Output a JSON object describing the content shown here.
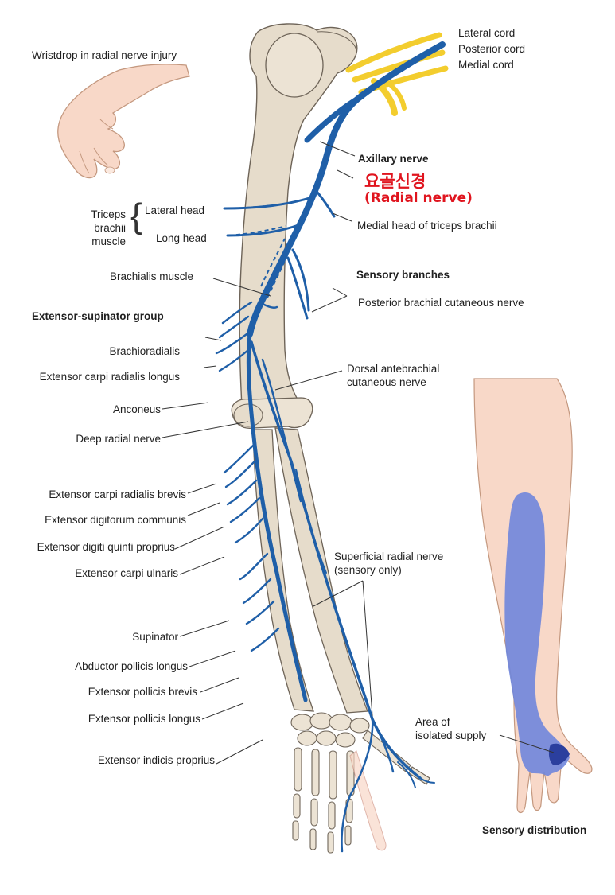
{
  "labels": {
    "wristdrop": "Wristdrop in radial nerve injury",
    "lateral_cord": "Lateral cord",
    "posterior_cord": "Posterior cord",
    "medial_cord": "Medial cord",
    "axillary_nerve": "Axillary nerve",
    "radial_korean": "요골신경",
    "radial_english": "(Radial nerve)",
    "triceps_line1": "Triceps",
    "triceps_line2": "brachii",
    "triceps_line3": "muscle",
    "lateral_head": "Lateral head",
    "long_head": "Long head",
    "medial_head": "Medial head of triceps brachii",
    "brachialis": "Brachialis muscle",
    "sensory_branches": "Sensory branches",
    "posterior_brachial": "Posterior brachial cutaneous nerve",
    "extensor_supinator": "Extensor-supinator group",
    "brachioradialis": "Brachioradialis",
    "ecrl": "Extensor carpi radialis longus",
    "anconeus": "Anconeus",
    "deep_radial": "Deep radial nerve",
    "dorsal_line1": "Dorsal antebrachial",
    "dorsal_line2": "cutaneous nerve",
    "ecrb": "Extensor carpi radialis brevis",
    "edc": "Extensor digitorum communis",
    "edqp": "Extensor digiti quinti proprius",
    "ecu": "Extensor carpi ulnaris",
    "superficial_line1": "Superficial radial nerve",
    "superficial_line2": "(sensory only)",
    "supinator": "Supinator",
    "apl": "Abductor pollicis longus",
    "epb": "Extensor pollicis brevis",
    "epl": "Extensor pollicis longus",
    "eip": "Extensor indicis proprius",
    "area_line1": "Area of",
    "area_line2": "isolated supply",
    "sensory_distribution": "Sensory distribution"
  },
  "colors": {
    "nerve": "#1f5fa8",
    "plexus": "#f3cd2e",
    "bone": "#e6dccb",
    "bone_outline": "#6e6458",
    "skin": "#f8d8c8",
    "skin_outline": "#c4987f",
    "sensory_area": "#6f86dc",
    "isolated_area": "#2b3f9e",
    "korean_label": "#e0141e"
  }
}
